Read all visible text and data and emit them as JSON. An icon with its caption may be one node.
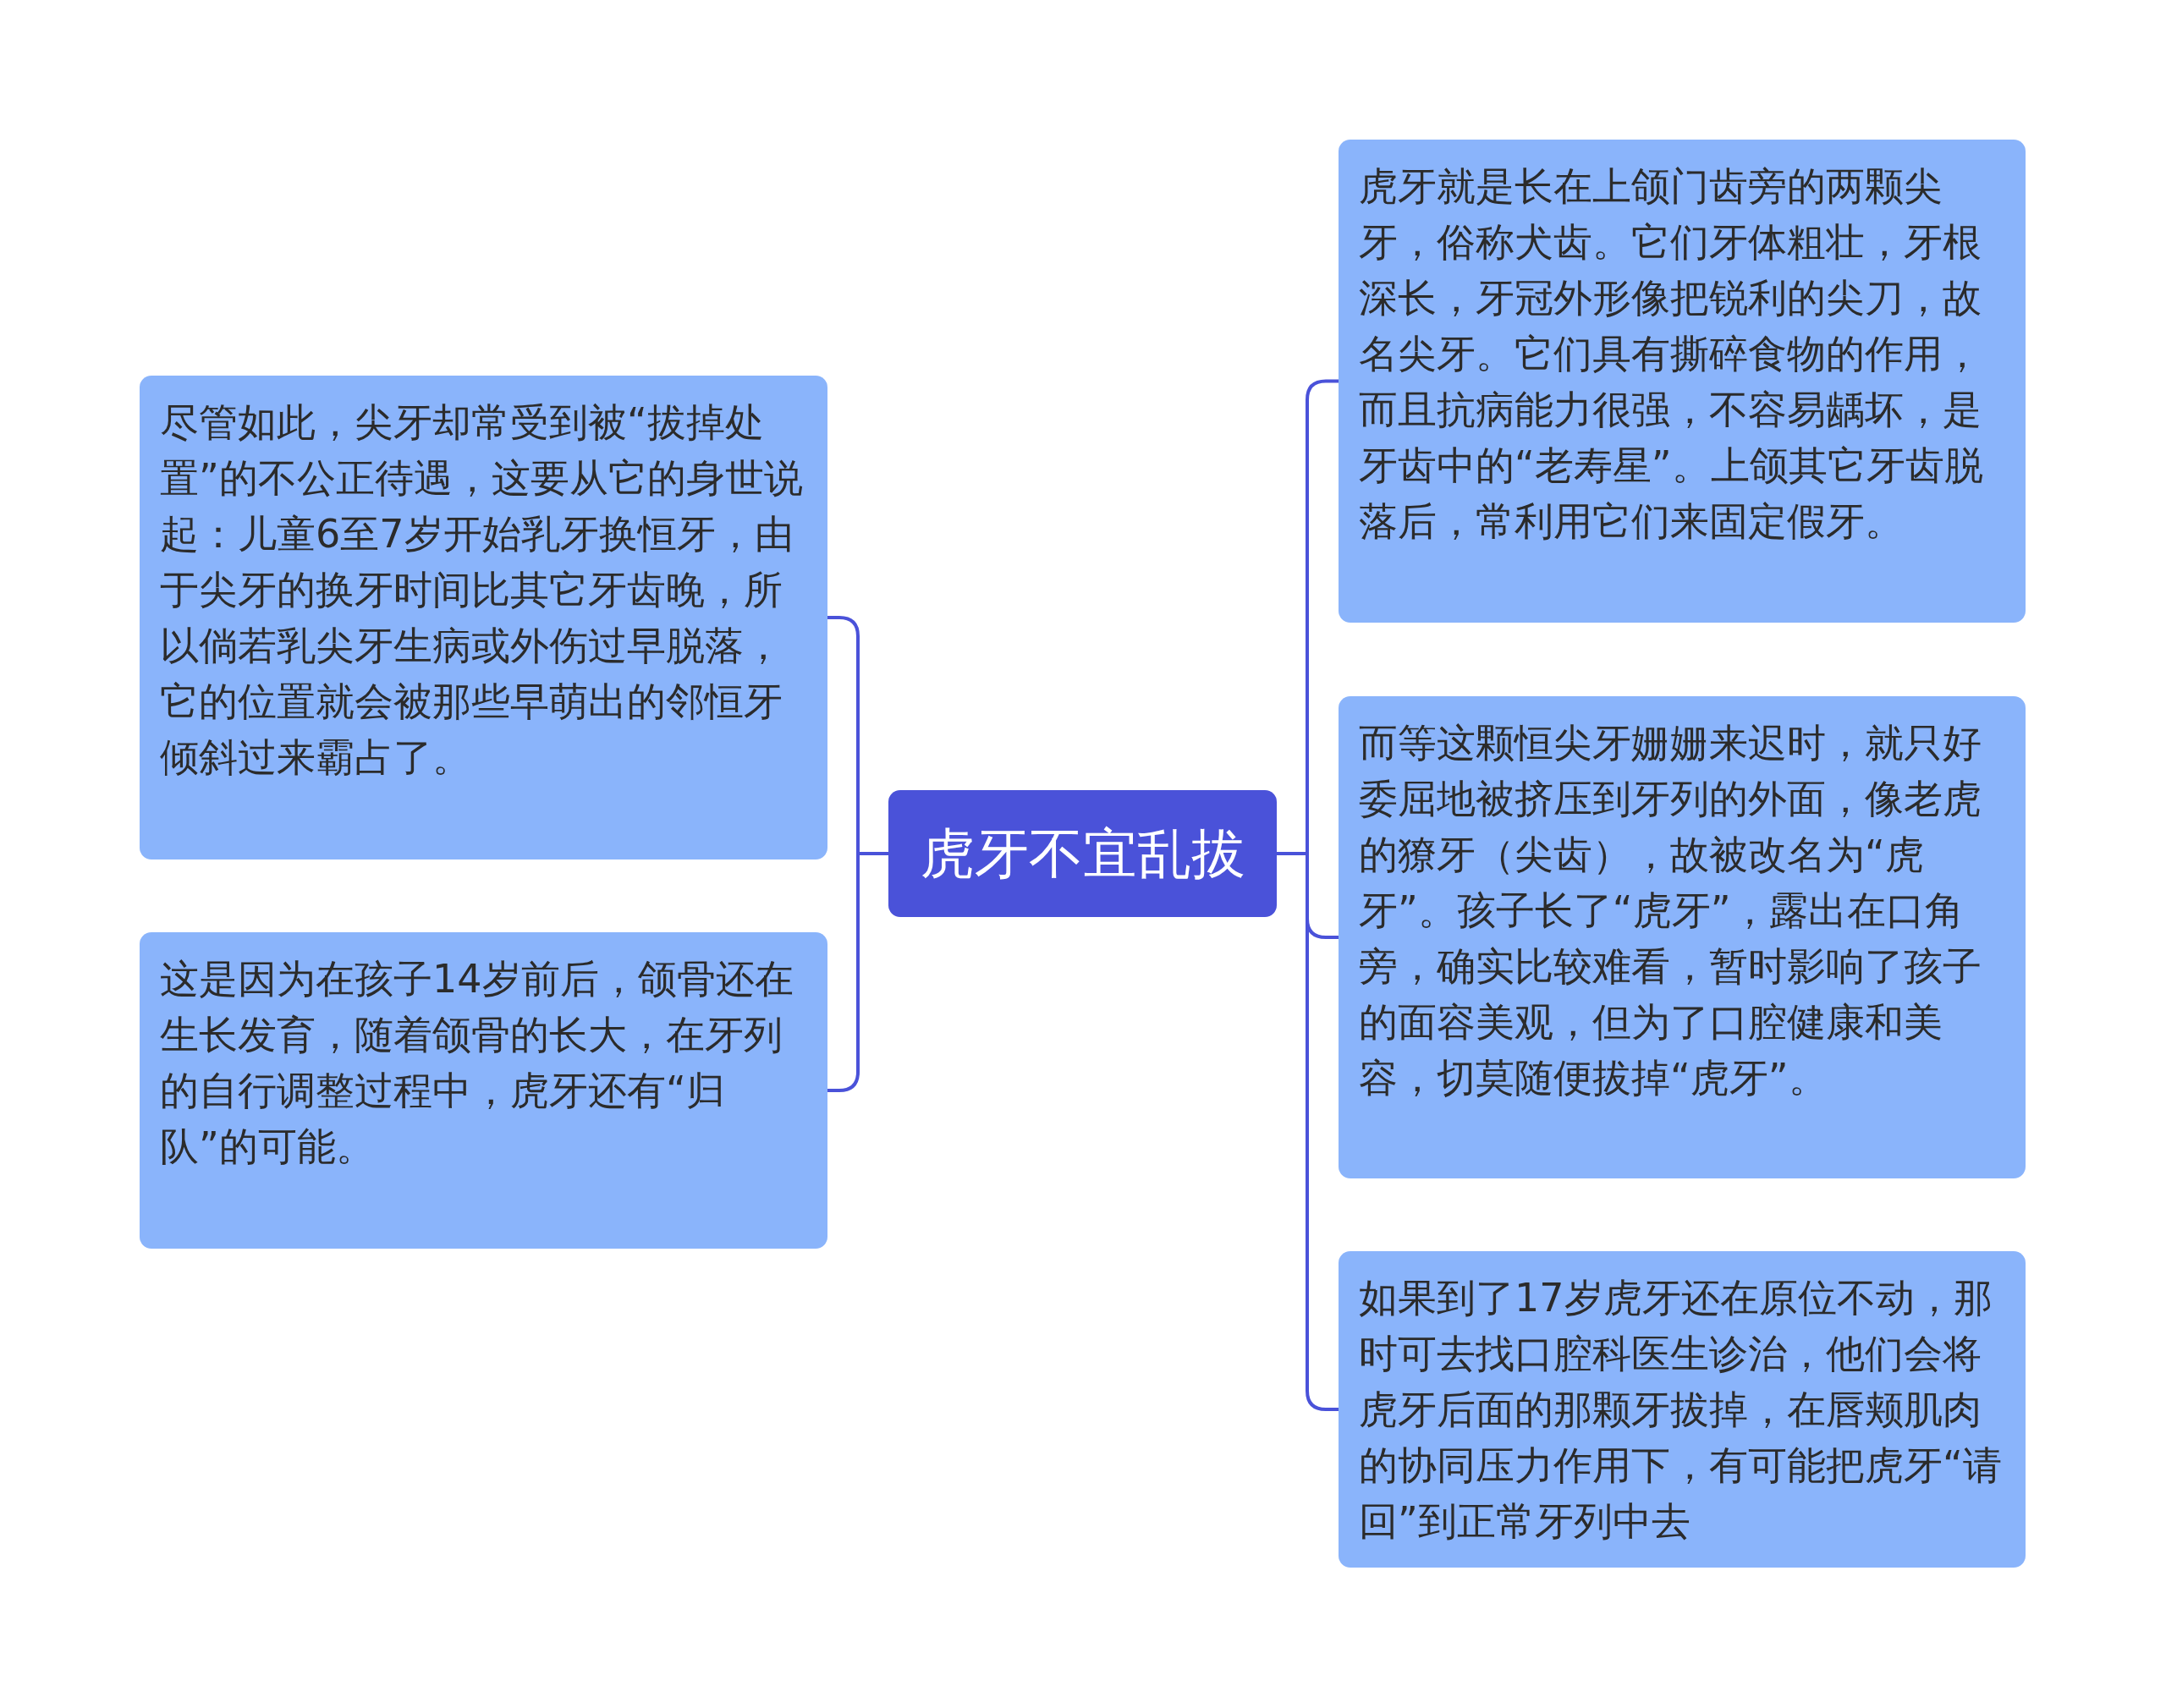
{
  "diagram": {
    "nodes": [
      {
        "text": [
          "虎牙不宜乱拔"
        ]
      },
      {
        "text": [
          "尽管如此，尖牙却常受到被“拔掉处置”的不公正待遇，这要从它的身世说起：儿童6至7岁开始乳牙换恒牙，由于尖牙的换牙时间比其它牙齿晚，所以倘若乳尖牙生病或外伤过早脱落，它的位置就会被那些早萌出的邻恒牙倾斜过来霸占了。"
        ]
      },
      {
        "text": [
          "这是因为在孩子14岁前后，颌骨还在生长发育，随着颌骨的长大，在牙列的自行调整过程中，虎牙还有“归队”的可能。"
        ]
      },
      {
        "text": [
          "虎牙就是长在上颌门齿旁的两颗尖牙，俗称犬齿。它们牙体粗壮，牙根深长，牙冠外形像把锐利的尖刀，故名尖牙。它们具有撕碎食物的作用，而且抗病能力很强，不容易龋坏，是牙齿中的“老寿星”。上颌其它牙齿脱落后，常利用它们来固定假牙。"
        ]
      },
      {
        "text": [
          "而等这颗恒尖牙姗姗来迟时，就只好委屈地被挤压到牙列的外面，像老虎的獠牙（尖齿），故被改名为“虎牙”。孩子长了“虎牙”，露出在口角旁，确实比较难看，暂时影响了孩子的面容美观，但为了口腔健康和美容，切莫随便拔掉“虎牙”。"
        ]
      },
      {
        "text": [
          "如果到了17岁虎牙还在原位不动，那时可去找口腔科医生诊治，他们会将虎牙后面的那颗牙拔掉，在唇颊肌肉的协同压力作用下，有可能把虎牙“请回”到正常牙列中去"
        ]
      }
    ],
    "edges": [
      {
        "from": 0,
        "to": 1,
        "arrow": "none"
      },
      {
        "from": 0,
        "to": 2,
        "arrow": "none"
      },
      {
        "from": 0,
        "to": 3,
        "arrow": "none"
      },
      {
        "from": 0,
        "to": 4,
        "arrow": "none"
      },
      {
        "from": 0,
        "to": 5,
        "arrow": "none"
      }
    ]
  }
}
